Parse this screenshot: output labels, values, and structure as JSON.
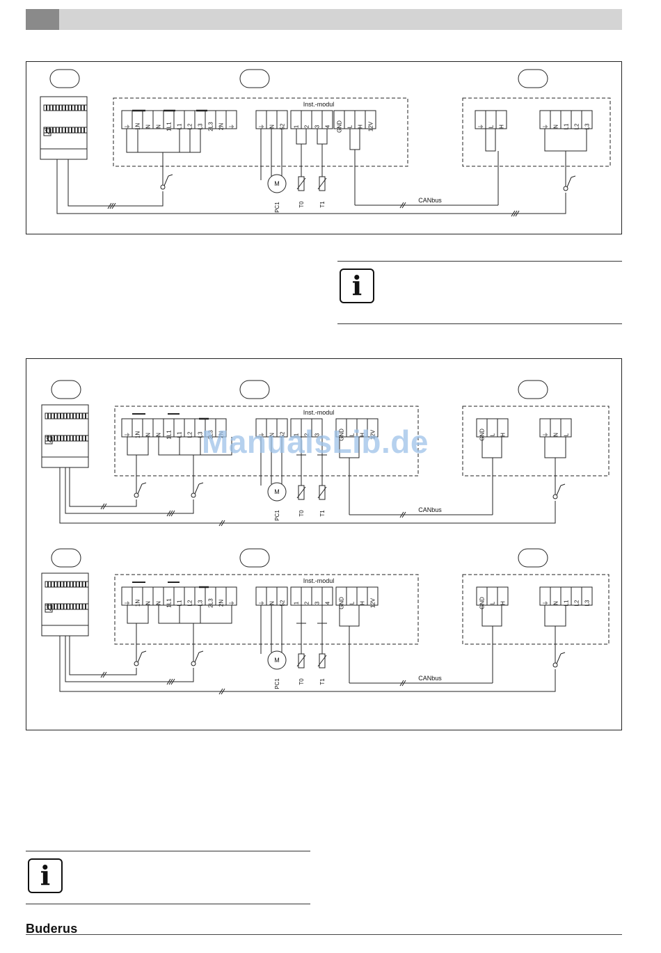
{
  "brand": "Buderus",
  "watermark": "ManualsLib.de",
  "diagram1": {
    "module_label": "Inst.-modul",
    "bus_label": "CANbus",
    "terminals_power": [
      "⏚",
      "1N",
      "N",
      "N",
      "1L1",
      "L1",
      "L2",
      "L3",
      "2L3",
      "2N",
      "⏚"
    ],
    "terminals_pump": [
      "⏚",
      "N",
      "52"
    ],
    "terminals_sensors": [
      "1",
      "2",
      "3",
      "4"
    ],
    "terminals_can": [
      "GND",
      "L",
      "H",
      "12V"
    ],
    "terminals_ext_bus": [
      "⏚",
      "L",
      "H"
    ],
    "terminals_ext_power": [
      "⏚",
      "N",
      "L1",
      "L2",
      "L3"
    ],
    "pump_symbol": "M",
    "pump_label": "PC1",
    "sensor_labels": [
      "T0",
      "T1"
    ]
  },
  "diagram2a": {
    "module_label": "Inst.-modul",
    "bus_label": "CANbus",
    "terminals_power": [
      "⏚",
      "1N",
      "N",
      "N",
      "1L1",
      "L1",
      "L2",
      "L3",
      "2L3",
      "2N"
    ],
    "terminals_pump": [
      "⏚",
      "N",
      "52"
    ],
    "terminals_sensors": [
      "1",
      "2",
      "3"
    ],
    "terminals_can": [
      "GND",
      "L",
      "H",
      "12V"
    ],
    "terminals_ext_bus": [
      "GND",
      "L",
      "H"
    ],
    "terminals_ext_power": [
      "⏚",
      "N",
      "L"
    ],
    "pump_symbol": "M",
    "pump_label": "PC1",
    "sensor_labels": [
      "T0",
      "T1"
    ]
  },
  "diagram2b": {
    "module_label": "Inst.-modul",
    "bus_label": "CANbus",
    "terminals_power": [
      "⏚",
      "1N",
      "N",
      "N",
      "1L1",
      "L1",
      "L2",
      "L3",
      "2L3",
      "2N",
      "⏚"
    ],
    "terminals_pump": [
      "⏚",
      "N",
      "52"
    ],
    "terminals_sensors": [
      "1",
      "2",
      "3",
      "4"
    ],
    "terminals_can": [
      "GND",
      "L",
      "H",
      "12V"
    ],
    "terminals_ext_bus": [
      "GND",
      "L",
      "H"
    ],
    "terminals_ext_power": [
      "⏚",
      "N",
      "L1",
      "L2",
      "L3"
    ],
    "pump_symbol": "M",
    "pump_label": "PC1",
    "sensor_labels": [
      "T0",
      "T1"
    ]
  },
  "notes": [
    {
      "icon": "i"
    },
    {
      "icon": "i"
    }
  ]
}
